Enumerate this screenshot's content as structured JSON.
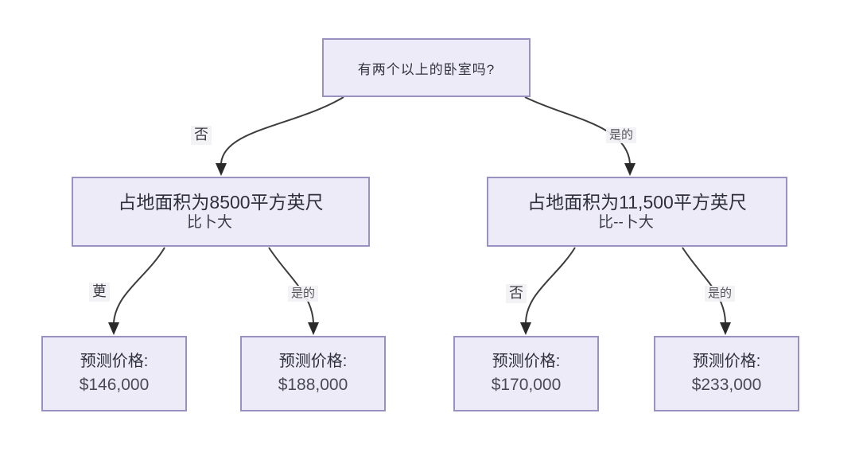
{
  "diagram": {
    "type": "decision-tree",
    "root": {
      "question": "有两个以上的卧室吗?"
    },
    "left_decision": {
      "line1": "占地面积为8500平方英尺",
      "line2": "比卜大"
    },
    "right_decision": {
      "line1": "占地面积为11,500平方英尺",
      "line2": "比--卜大"
    },
    "leaves": [
      {
        "title": "预测价格:",
        "value": "$146,000"
      },
      {
        "title": "预测价格:",
        "value": "$188,000"
      },
      {
        "title": "预测价格:",
        "value": "$170,000"
      },
      {
        "title": "预测价格:",
        "value": "$233,000"
      }
    ],
    "edge_labels": {
      "root_left": "否",
      "root_right": "是的",
      "left_no": "茰",
      "left_yes": "是的",
      "right_no": "否",
      "right_yes": "是的"
    },
    "colors": {
      "node_fill": "#edebf8",
      "node_border": "#9a91c2",
      "edge_line": "#3c3c3c",
      "arrowhead": "#2a2a2a",
      "text": "#32323e",
      "background": "#ffffff"
    }
  }
}
